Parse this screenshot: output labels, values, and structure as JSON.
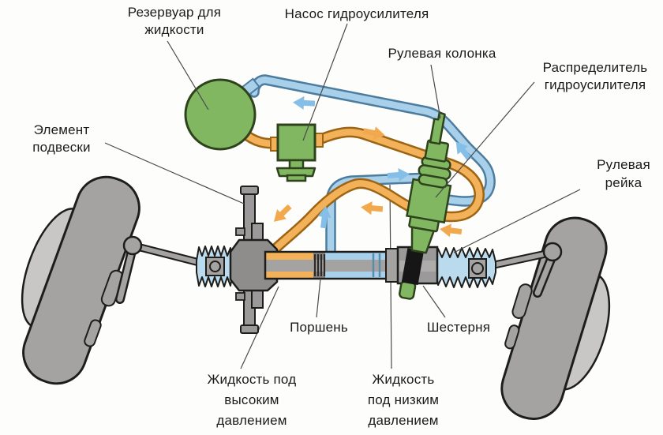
{
  "diagram": {
    "labels": {
      "reservoir": "Резервуар для\nжидкости",
      "pump": "Насос гидроусилителя",
      "steering_column": "Рулевая колонка",
      "distributor": "Распределитель\nгидроусилителя",
      "suspension": "Элемент\nподвески",
      "steering_rack": "Рулевая\nрейка",
      "piston": "Поршень",
      "gear": "Шестерня",
      "high_pressure_fluid": "Жидкость под\nвысоким\nдавлением",
      "low_pressure_fluid": "Жидкость\nпод низким\nдавлением"
    },
    "colors": {
      "component_green": "#82b762",
      "green_outline": "#2e431c",
      "high_pressure_orange": "#f3b159",
      "orange_outline": "#9c6413",
      "low_pressure_blue": "#a8d0ea",
      "blue_outline": "#4d7d9e",
      "metal_gray": "#a5a3a1",
      "outline_dark": "#1d1d1b"
    }
  }
}
